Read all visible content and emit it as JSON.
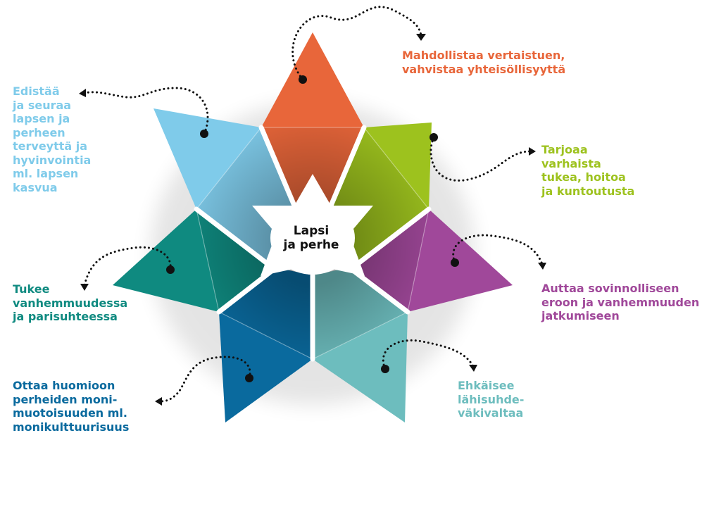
{
  "center": {
    "text": "Lapsi\nja perhe"
  },
  "segments": [
    {
      "id": "orange",
      "color": "#E8663A",
      "text": "Mahdollistaa vertaistuen,\nvahvistaa yhteisöllisyyttä"
    },
    {
      "id": "green",
      "color": "#9DC21E",
      "text": "Tarjoaa\nvarhaista\ntukea, hoitoa\nja kuntoutusta"
    },
    {
      "id": "purple",
      "color": "#A0489A",
      "text": "Auttaa sovinnolliseen\neroon ja vanhemmuuden\njatkumiseen"
    },
    {
      "id": "teal-light",
      "color": "#6DBDBE",
      "text": "Ehkäisee\nlähisuhde-\nväkivaltaa"
    },
    {
      "id": "blue",
      "color": "#0A6A9E",
      "text": "Ottaa huomioon\nperheiden moni-\nmuotoisuuden ml.\nmonikulttuurisuus"
    },
    {
      "id": "teal-dark",
      "color": "#0F8A80",
      "text": "Tukee\nvanhemmuudessa\nja parisuhteessa"
    },
    {
      "id": "lightblue",
      "color": "#7FCBEA",
      "text": "Edistää\nja seuraa\nlapsen ja\nperheen\nterveyttä ja\nhyvinvointia\nml. lapsen\nkasvua"
    }
  ]
}
